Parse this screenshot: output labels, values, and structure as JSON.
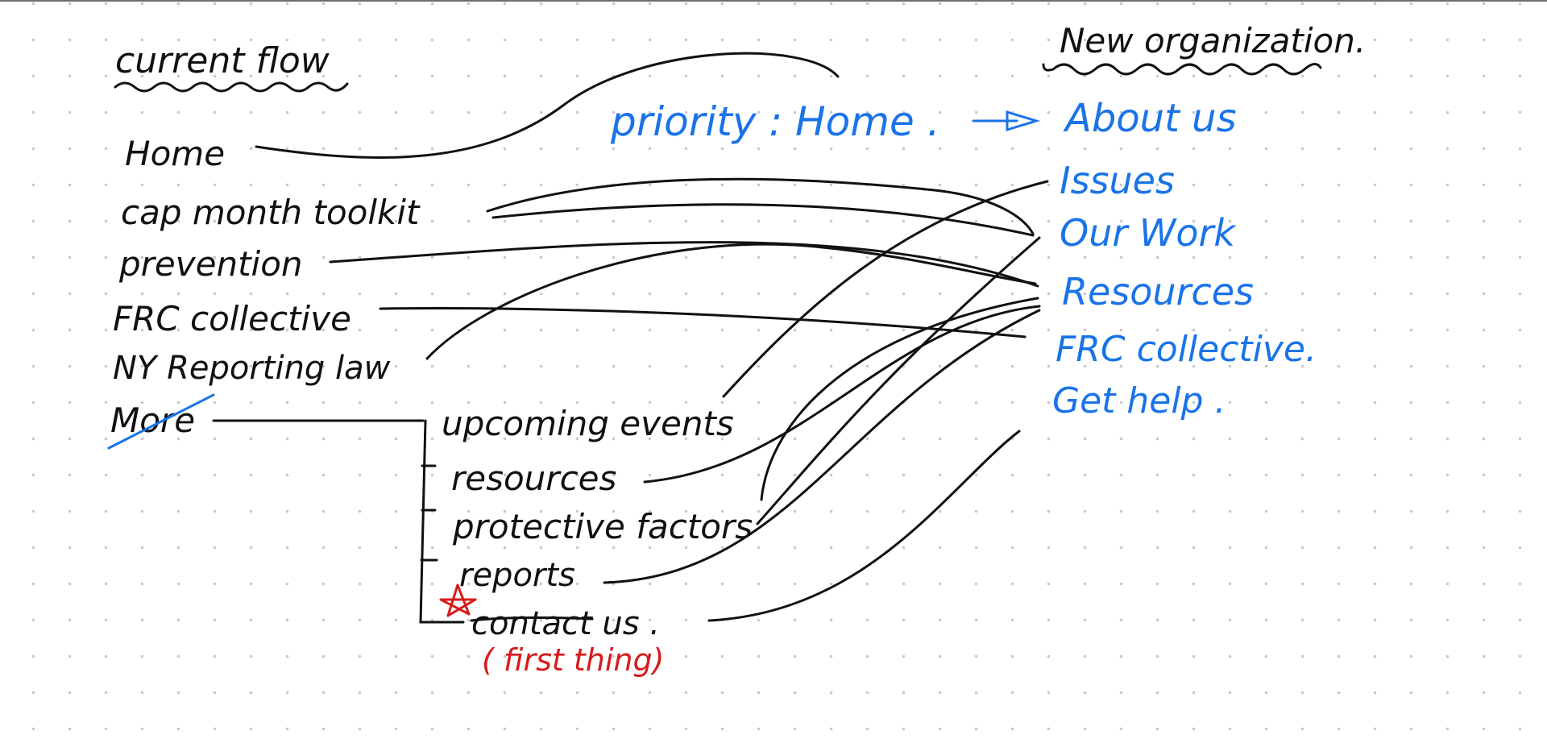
{
  "headings": {
    "current": "current flow",
    "new": "New organization."
  },
  "priority": {
    "label": "priority : Home .",
    "target": "About us"
  },
  "current_items": [
    "Home",
    "cap month toolkit",
    "prevention",
    "FRC collective",
    "NY Reporting law",
    "More"
  ],
  "more_subitems": [
    "upcoming events",
    "resources",
    "protective factors",
    "reports",
    "contact us ."
  ],
  "contact_note": "( first thing)",
  "new_items": [
    "Issues",
    "Our Work",
    "Resources",
    "FRC collective.",
    "Get help ."
  ],
  "colors": {
    "ink": "#111111",
    "blue": "#1a73e8",
    "red": "#d81b1b",
    "dot": "#c9c9c9"
  }
}
